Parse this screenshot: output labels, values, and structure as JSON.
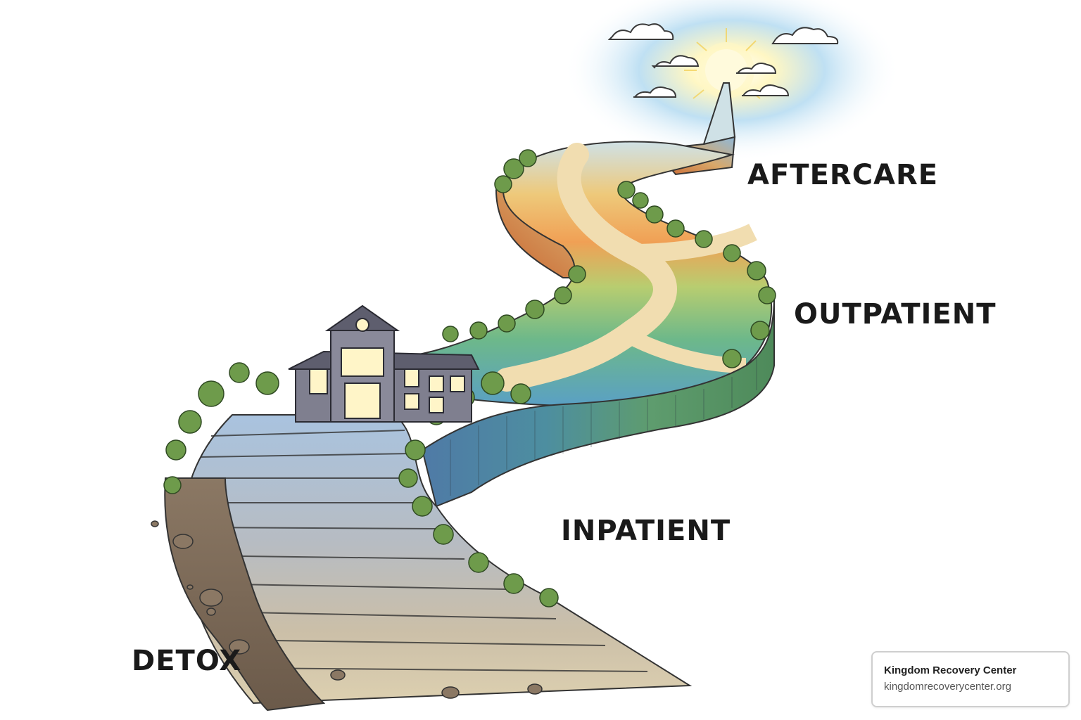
{
  "stages": {
    "aftercare": "AFTERCARE",
    "outpatient": "OUTPATIENT",
    "inpatient": "INPATIENT",
    "detox": "DETOX"
  },
  "brand": {
    "name": "Kingdom Recovery Center",
    "url": "kingdomrecoverycenter.org"
  },
  "colors": {
    "sky": "#bfe0f3",
    "sun": "#fff7c4",
    "bush": "#6e9b4b",
    "path": "#f1ddb0",
    "rock": "#8b7864",
    "wall_blue": "#4f7aa6",
    "wall_green": "#5e9c6e",
    "wall_orange": "#d1743c",
    "building": "#7f7f8f",
    "window": "#fff5c8"
  },
  "icons": [
    "sun-icon",
    "cloud-icon",
    "building-icon"
  ]
}
